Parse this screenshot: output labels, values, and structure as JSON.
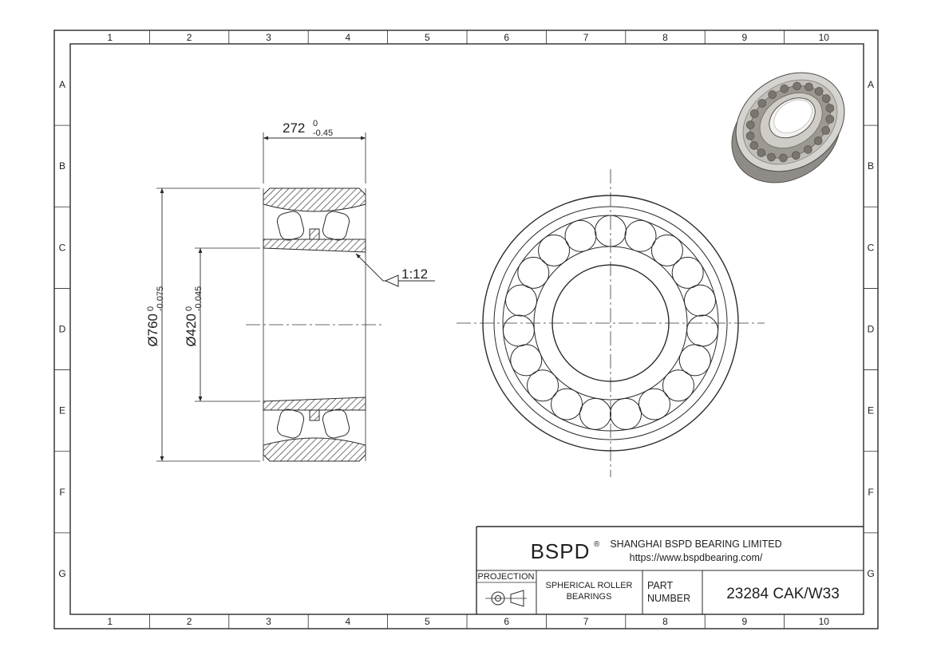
{
  "grid": {
    "columns": [
      "1",
      "2",
      "3",
      "4",
      "5",
      "6",
      "7",
      "8",
      "9",
      "10"
    ],
    "rows": [
      "A",
      "B",
      "C",
      "D",
      "E",
      "F",
      "G"
    ]
  },
  "section_view": {
    "width_dim": {
      "value": "272",
      "tol_top": "0",
      "tol_bottom": "-0.45"
    },
    "outer_diameter_dim": {
      "value": "Ø760",
      "tol_top": "0",
      "tol_bottom": "-0.075"
    },
    "bore_diameter_dim": {
      "value": "Ø420",
      "tol_top": "0",
      "tol_bottom": "-0.045"
    },
    "taper_label": "1:12"
  },
  "front_view": {
    "roller_count": 19
  },
  "title_block": {
    "brand": "BSPD",
    "registered_mark": "®",
    "company_name": "SHANGHAI BSPD BEARING LIMITED",
    "website": "https://www.bspdbearing.com/",
    "projection_label": "PROJECTION",
    "product_line1": "SPHERICAL ROLLER",
    "product_line2": "BEARINGS",
    "part_label_line1": "PART",
    "part_label_line2": "NUMBER",
    "part_number": "23284 CAK/W33"
  },
  "colors": {
    "line": "#2b2b2b",
    "background": "#ffffff"
  }
}
